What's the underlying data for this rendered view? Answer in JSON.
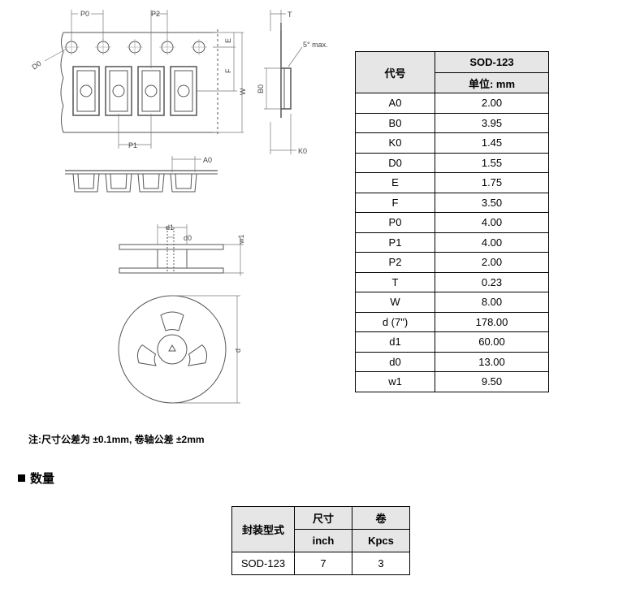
{
  "drawing": {
    "labels": {
      "p0": "P0",
      "p2": "P2",
      "t": "T",
      "e": "E",
      "f": "F",
      "w": "W",
      "d0": "D0",
      "b0": "B0",
      "p1": "P1",
      "k0": "K0",
      "a0": "A0",
      "angle": "5° max.",
      "d1": "d1",
      "d0_hub": "d0",
      "w1": "w1",
      "d": "d"
    }
  },
  "spec_table": {
    "col1_header": "代号",
    "col2_header": "SOD-123",
    "col2_subheader": "单位: mm",
    "rows": [
      {
        "code": "A0",
        "value": "2.00"
      },
      {
        "code": "B0",
        "value": "3.95"
      },
      {
        "code": "K0",
        "value": "1.45"
      },
      {
        "code": "D0",
        "value": "1.55"
      },
      {
        "code": "E",
        "value": "1.75"
      },
      {
        "code": "F",
        "value": "3.50"
      },
      {
        "code": "P0",
        "value": "4.00"
      },
      {
        "code": "P1",
        "value": "4.00"
      },
      {
        "code": "P2",
        "value": "2.00"
      },
      {
        "code": "T",
        "value": "0.23"
      },
      {
        "code": "W",
        "value": "8.00"
      },
      {
        "code": "d (7\")",
        "value": "178.00"
      },
      {
        "code": "d1",
        "value": "60.00"
      },
      {
        "code": "d0",
        "value": "13.00"
      },
      {
        "code": "w1",
        "value": "9.50"
      }
    ]
  },
  "note": "注:尺寸公差为 ±0.1mm, 卷轴公差 ±2mm",
  "section_title": "数量",
  "qty_table": {
    "header_package": "封装型式",
    "header_size": "尺寸",
    "header_size_unit": "inch",
    "header_reel": "卷",
    "header_reel_unit": "Kpcs",
    "rows": [
      {
        "package": "SOD-123",
        "size": "7",
        "reel": "3"
      }
    ]
  }
}
